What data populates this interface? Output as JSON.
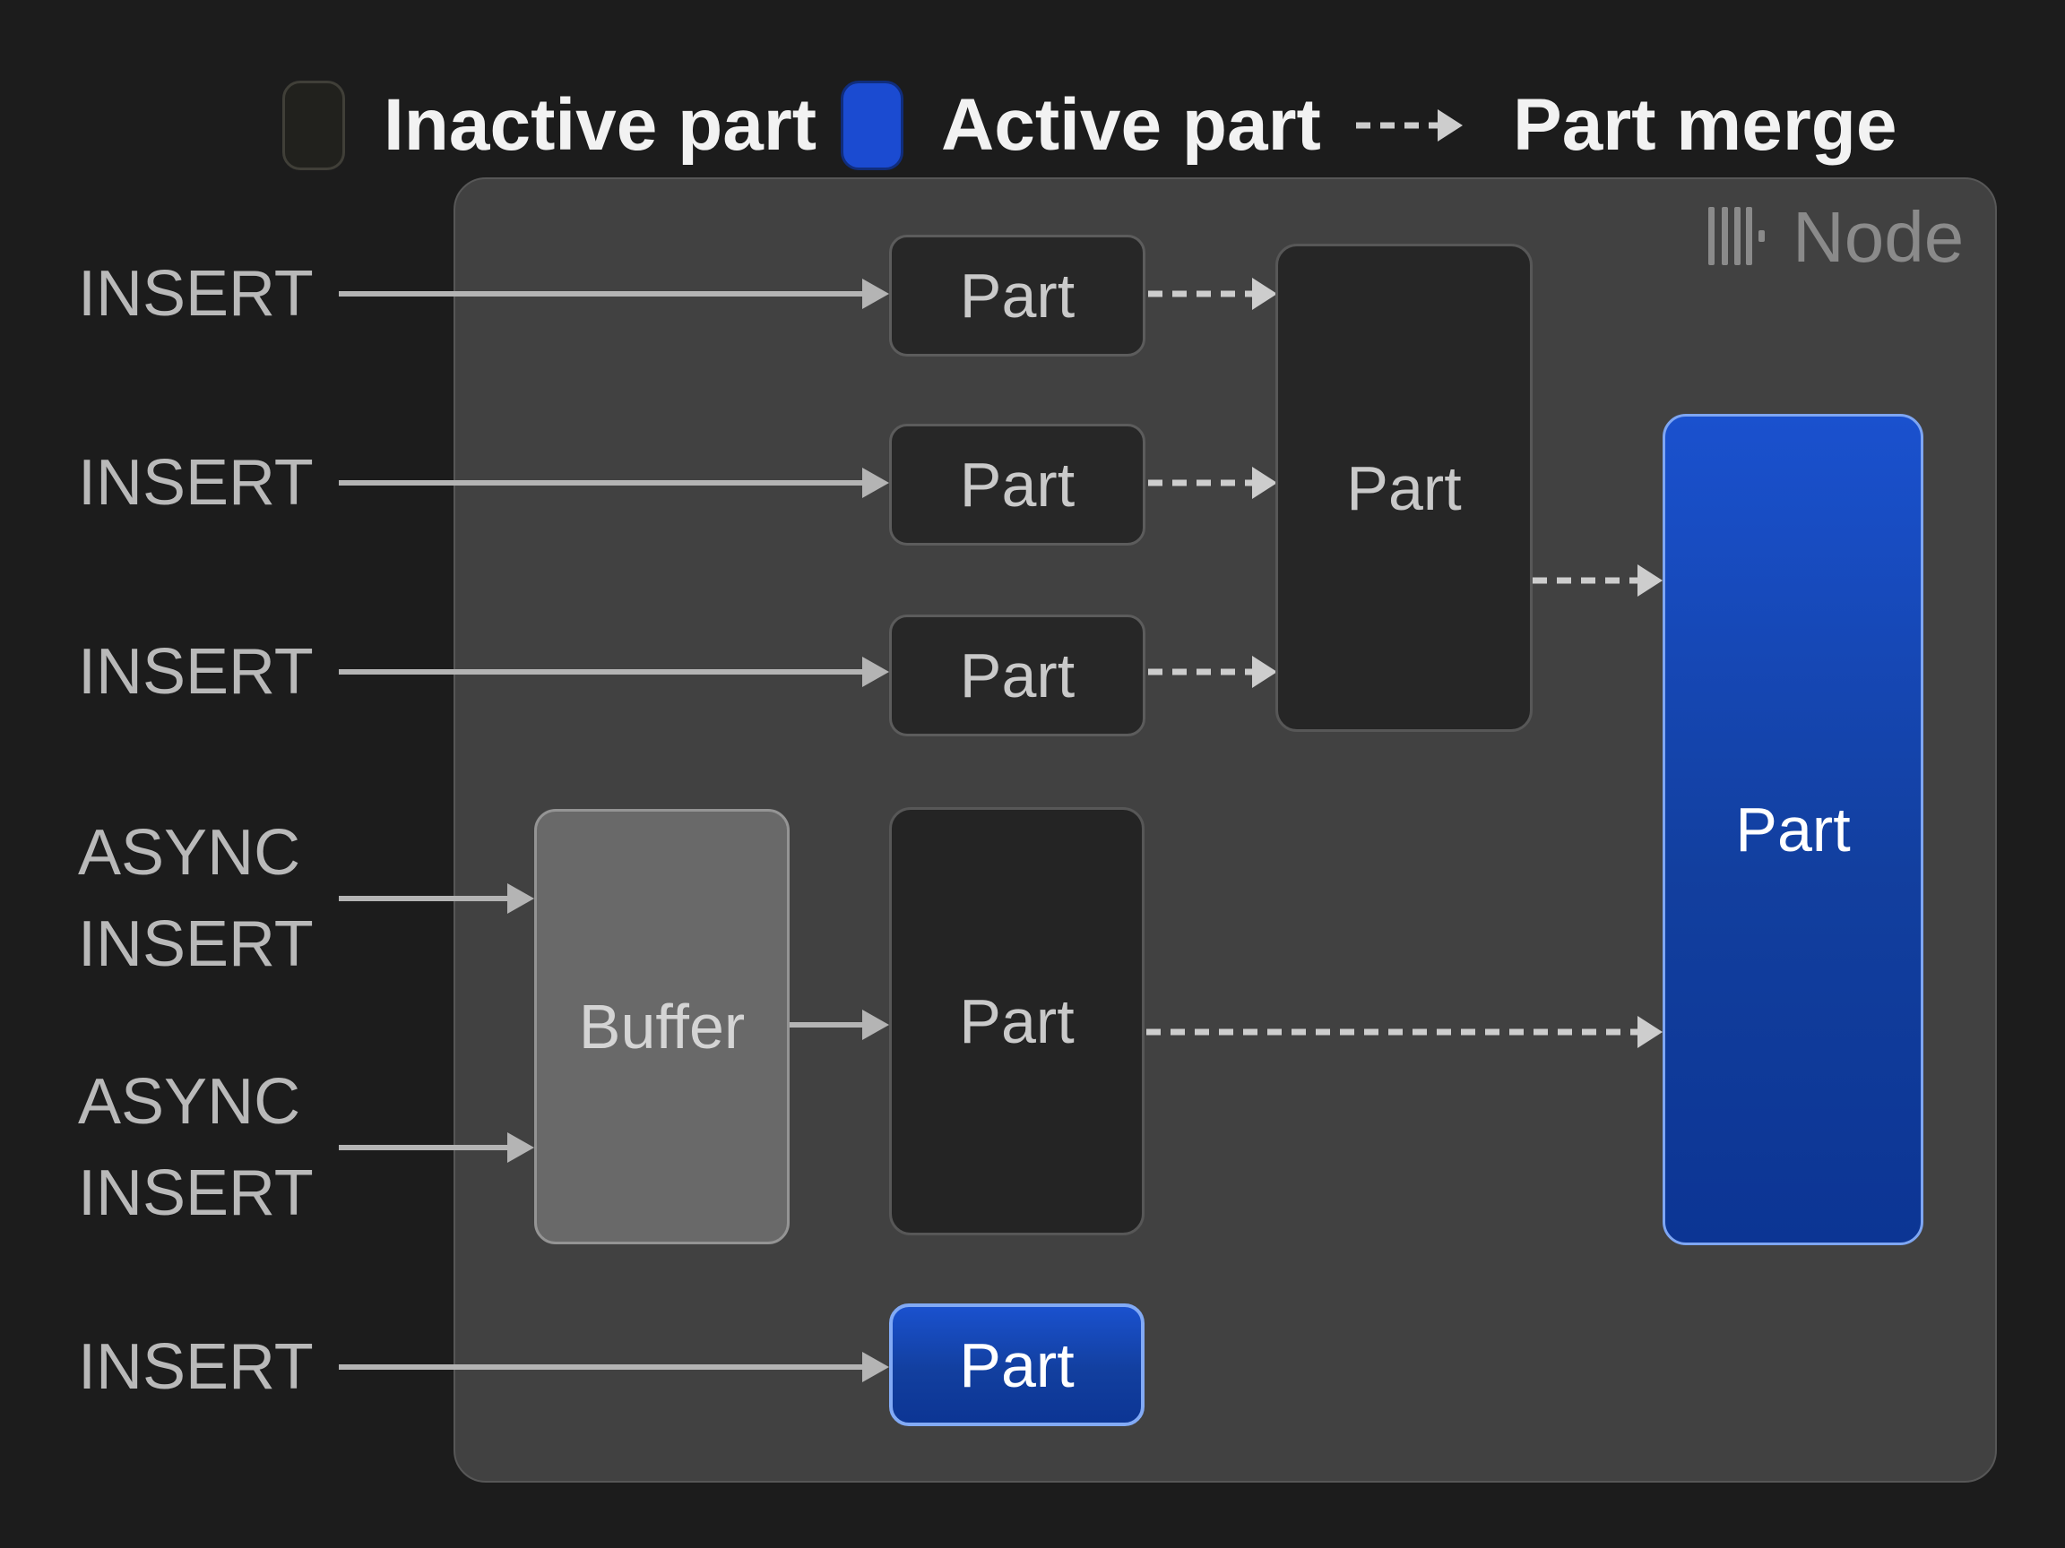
{
  "legend": {
    "inactive_label": "Inactive part",
    "active_label": "Active part",
    "merge_label": "Part merge"
  },
  "node": {
    "title": "Node",
    "logo_icon": "clickhouse-bars-icon"
  },
  "left_labels": [
    "INSERT",
    "INSERT",
    "INSERT",
    "ASYNC\nINSERT",
    "ASYNC\nINSERT",
    "INSERT"
  ],
  "labels": {
    "part": "Part",
    "buffer": "Buffer"
  },
  "colors": {
    "background": "#1c1c1c",
    "node_fill": "#414141",
    "node_border": "#575757",
    "inactive_part_fill": "#262626",
    "inactive_part_border": "#5c5c5c",
    "active_part_border": "#7ea6f3",
    "active_top": "#1a51ce",
    "active_bottom": "#0c3594",
    "buffer_fill": "#696969",
    "buffer_border": "#949494",
    "arrow": "#b4b4b4",
    "dashed_arrow": "#cdcdcd",
    "label_text": "#b9b9b9",
    "legend_text": "#f2f2f2",
    "node_title": "#8a8a8a",
    "box_text": "#c9c9c9"
  }
}
